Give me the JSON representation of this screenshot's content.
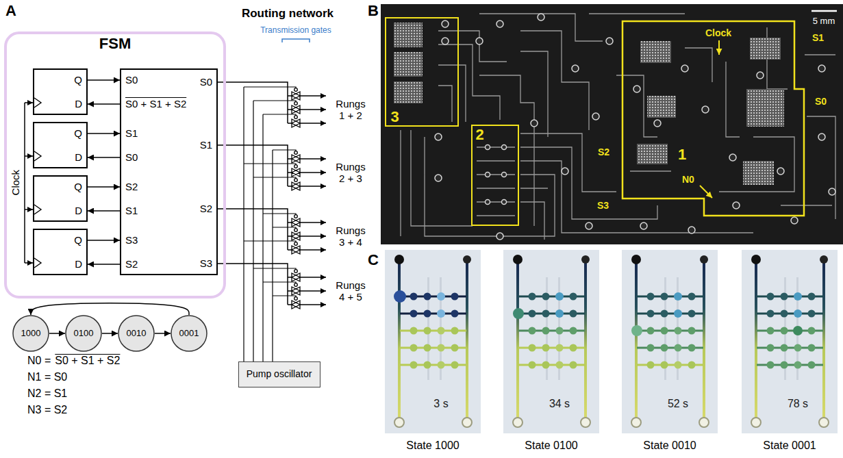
{
  "diagram": {
    "nodes": [
      {
        "text": [
          "FSM"
        ]
      },
      {
        "text": [
          "Q",
          "D"
        ],
        "in": 0
      },
      {
        "text": [
          "Q",
          "D"
        ],
        "in": 0
      },
      {
        "text": [
          "Q",
          "D"
        ],
        "in": 0
      },
      {
        "text": [
          "Q",
          "D"
        ],
        "in": 0
      },
      {
        "text": [
          "S0",
          "S0 + S1 + S2",
          "S1",
          "S0",
          "S2",
          "S1",
          "S3",
          "S2",
          "S0",
          "S1",
          "S2",
          "S3"
        ],
        "in": 0
      },
      {
        "text": [
          "Pump oscillator"
        ]
      },
      {
        "text": [
          "1000"
        ]
      },
      {
        "text": [
          "0100"
        ]
      },
      {
        "text": [
          "0010"
        ]
      },
      {
        "text": [
          "0001"
        ]
      },
      {
        "text": [
          "3"
        ]
      },
      {
        "text": [
          "2"
        ]
      },
      {
        "text": [
          "1"
        ]
      }
    ],
    "edges": [
      {
        "from": 1,
        "to": 5,
        "arrow": "to"
      },
      {
        "from": 5,
        "to": 1,
        "arrow": "to"
      },
      {
        "from": 2,
        "to": 5,
        "arrow": "to"
      },
      {
        "from": 5,
        "to": 2,
        "arrow": "to"
      },
      {
        "from": 3,
        "to": 5,
        "arrow": "to"
      },
      {
        "from": 5,
        "to": 3,
        "arrow": "to"
      },
      {
        "from": 4,
        "to": 5,
        "arrow": "to"
      },
      {
        "from": 5,
        "to": 4,
        "arrow": "to"
      },
      {
        "from": 7,
        "to": 8,
        "arrow": "to"
      },
      {
        "from": 8,
        "to": 9,
        "arrow": "to"
      },
      {
        "from": 9,
        "to": 10,
        "arrow": "to"
      },
      {
        "from": 10,
        "to": 7,
        "arrow": "to"
      }
    ],
    "labels": [
      "A",
      "Routing network",
      "Transmission gates",
      "Clock",
      "Rungs 1 + 2",
      "Rungs 2 + 3",
      "Rungs 3 + 4",
      "Rungs 4 + 5",
      "N0 =",
      "S0 + S1 + S2",
      "N1 = S0",
      "N2 = S1",
      "N3 = S2",
      "B",
      "5 mm",
      "Clock",
      "S1",
      "S0",
      "S2",
      "S3",
      "N0",
      "C",
      "3 s",
      "34 s",
      "52 s",
      "78 s",
      "State 1000",
      "State 0100",
      "State 0010",
      "State 0001"
    ]
  }
}
